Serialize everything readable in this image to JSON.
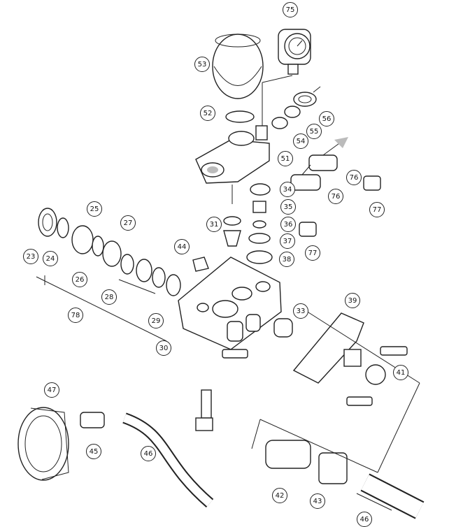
{
  "diagram": {
    "callouts": [
      {
        "key": "c75",
        "label": "75"
      },
      {
        "key": "c53",
        "label": "53"
      },
      {
        "key": "c52",
        "label": "52"
      },
      {
        "key": "c56",
        "label": "56"
      },
      {
        "key": "c55",
        "label": "55"
      },
      {
        "key": "c54",
        "label": "54"
      },
      {
        "key": "c51",
        "label": "51"
      },
      {
        "key": "c76a",
        "label": "76"
      },
      {
        "key": "c76b",
        "label": "76"
      },
      {
        "key": "c77a",
        "label": "77"
      },
      {
        "key": "c34",
        "label": "34"
      },
      {
        "key": "c35",
        "label": "35"
      },
      {
        "key": "c36",
        "label": "36"
      },
      {
        "key": "c37",
        "label": "37"
      },
      {
        "key": "c38",
        "label": "38"
      },
      {
        "key": "c77b",
        "label": "77"
      },
      {
        "key": "c31",
        "label": "31"
      },
      {
        "key": "c25",
        "label": "25"
      },
      {
        "key": "c27",
        "label": "27"
      },
      {
        "key": "c23",
        "label": "23"
      },
      {
        "key": "c24",
        "label": "24"
      },
      {
        "key": "c26",
        "label": "26"
      },
      {
        "key": "c44",
        "label": "44"
      },
      {
        "key": "c28",
        "label": "28"
      },
      {
        "key": "c78",
        "label": "78"
      },
      {
        "key": "c29",
        "label": "29"
      },
      {
        "key": "c30",
        "label": "30"
      },
      {
        "key": "c33",
        "label": "33"
      },
      {
        "key": "c39",
        "label": "39"
      },
      {
        "key": "c41",
        "label": "41"
      },
      {
        "key": "c47",
        "label": "47"
      },
      {
        "key": "c45",
        "label": "45"
      },
      {
        "key": "c46a",
        "label": "46"
      },
      {
        "key": "c42",
        "label": "42"
      },
      {
        "key": "c43",
        "label": "43"
      },
      {
        "key": "c46b",
        "label": "46"
      }
    ]
  }
}
